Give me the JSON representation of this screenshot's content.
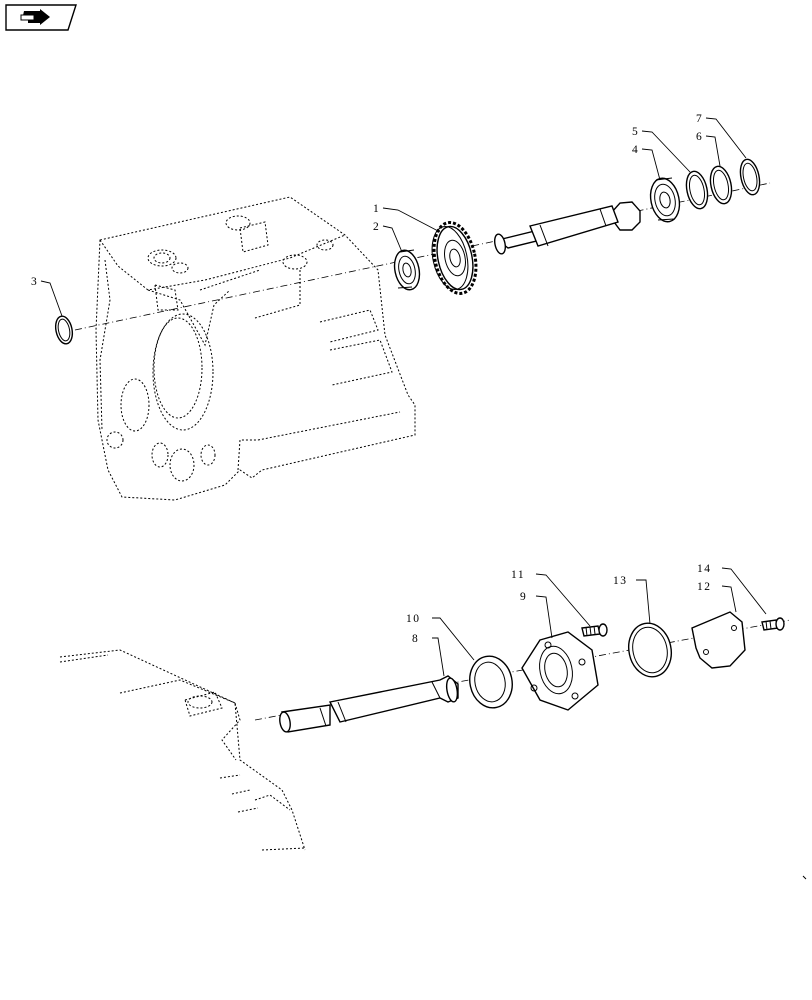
{
  "callouts": [
    {
      "id": "1",
      "label": "1"
    },
    {
      "id": "2",
      "label": "2"
    },
    {
      "id": "3",
      "label": "3"
    },
    {
      "id": "4",
      "label": "4"
    },
    {
      "id": "5",
      "label": "5"
    },
    {
      "id": "6",
      "label": "6"
    },
    {
      "id": "7",
      "label": "7"
    },
    {
      "id": "8",
      "label": "8"
    },
    {
      "id": "9",
      "label": "9"
    },
    {
      "id": "10",
      "label": "10"
    },
    {
      "id": "11",
      "label": "11"
    },
    {
      "id": "12",
      "label": "12"
    },
    {
      "id": "13",
      "label": "13"
    },
    {
      "id": "14",
      "label": "14"
    }
  ],
  "icons": {
    "nav": "back-arrow-icon"
  }
}
